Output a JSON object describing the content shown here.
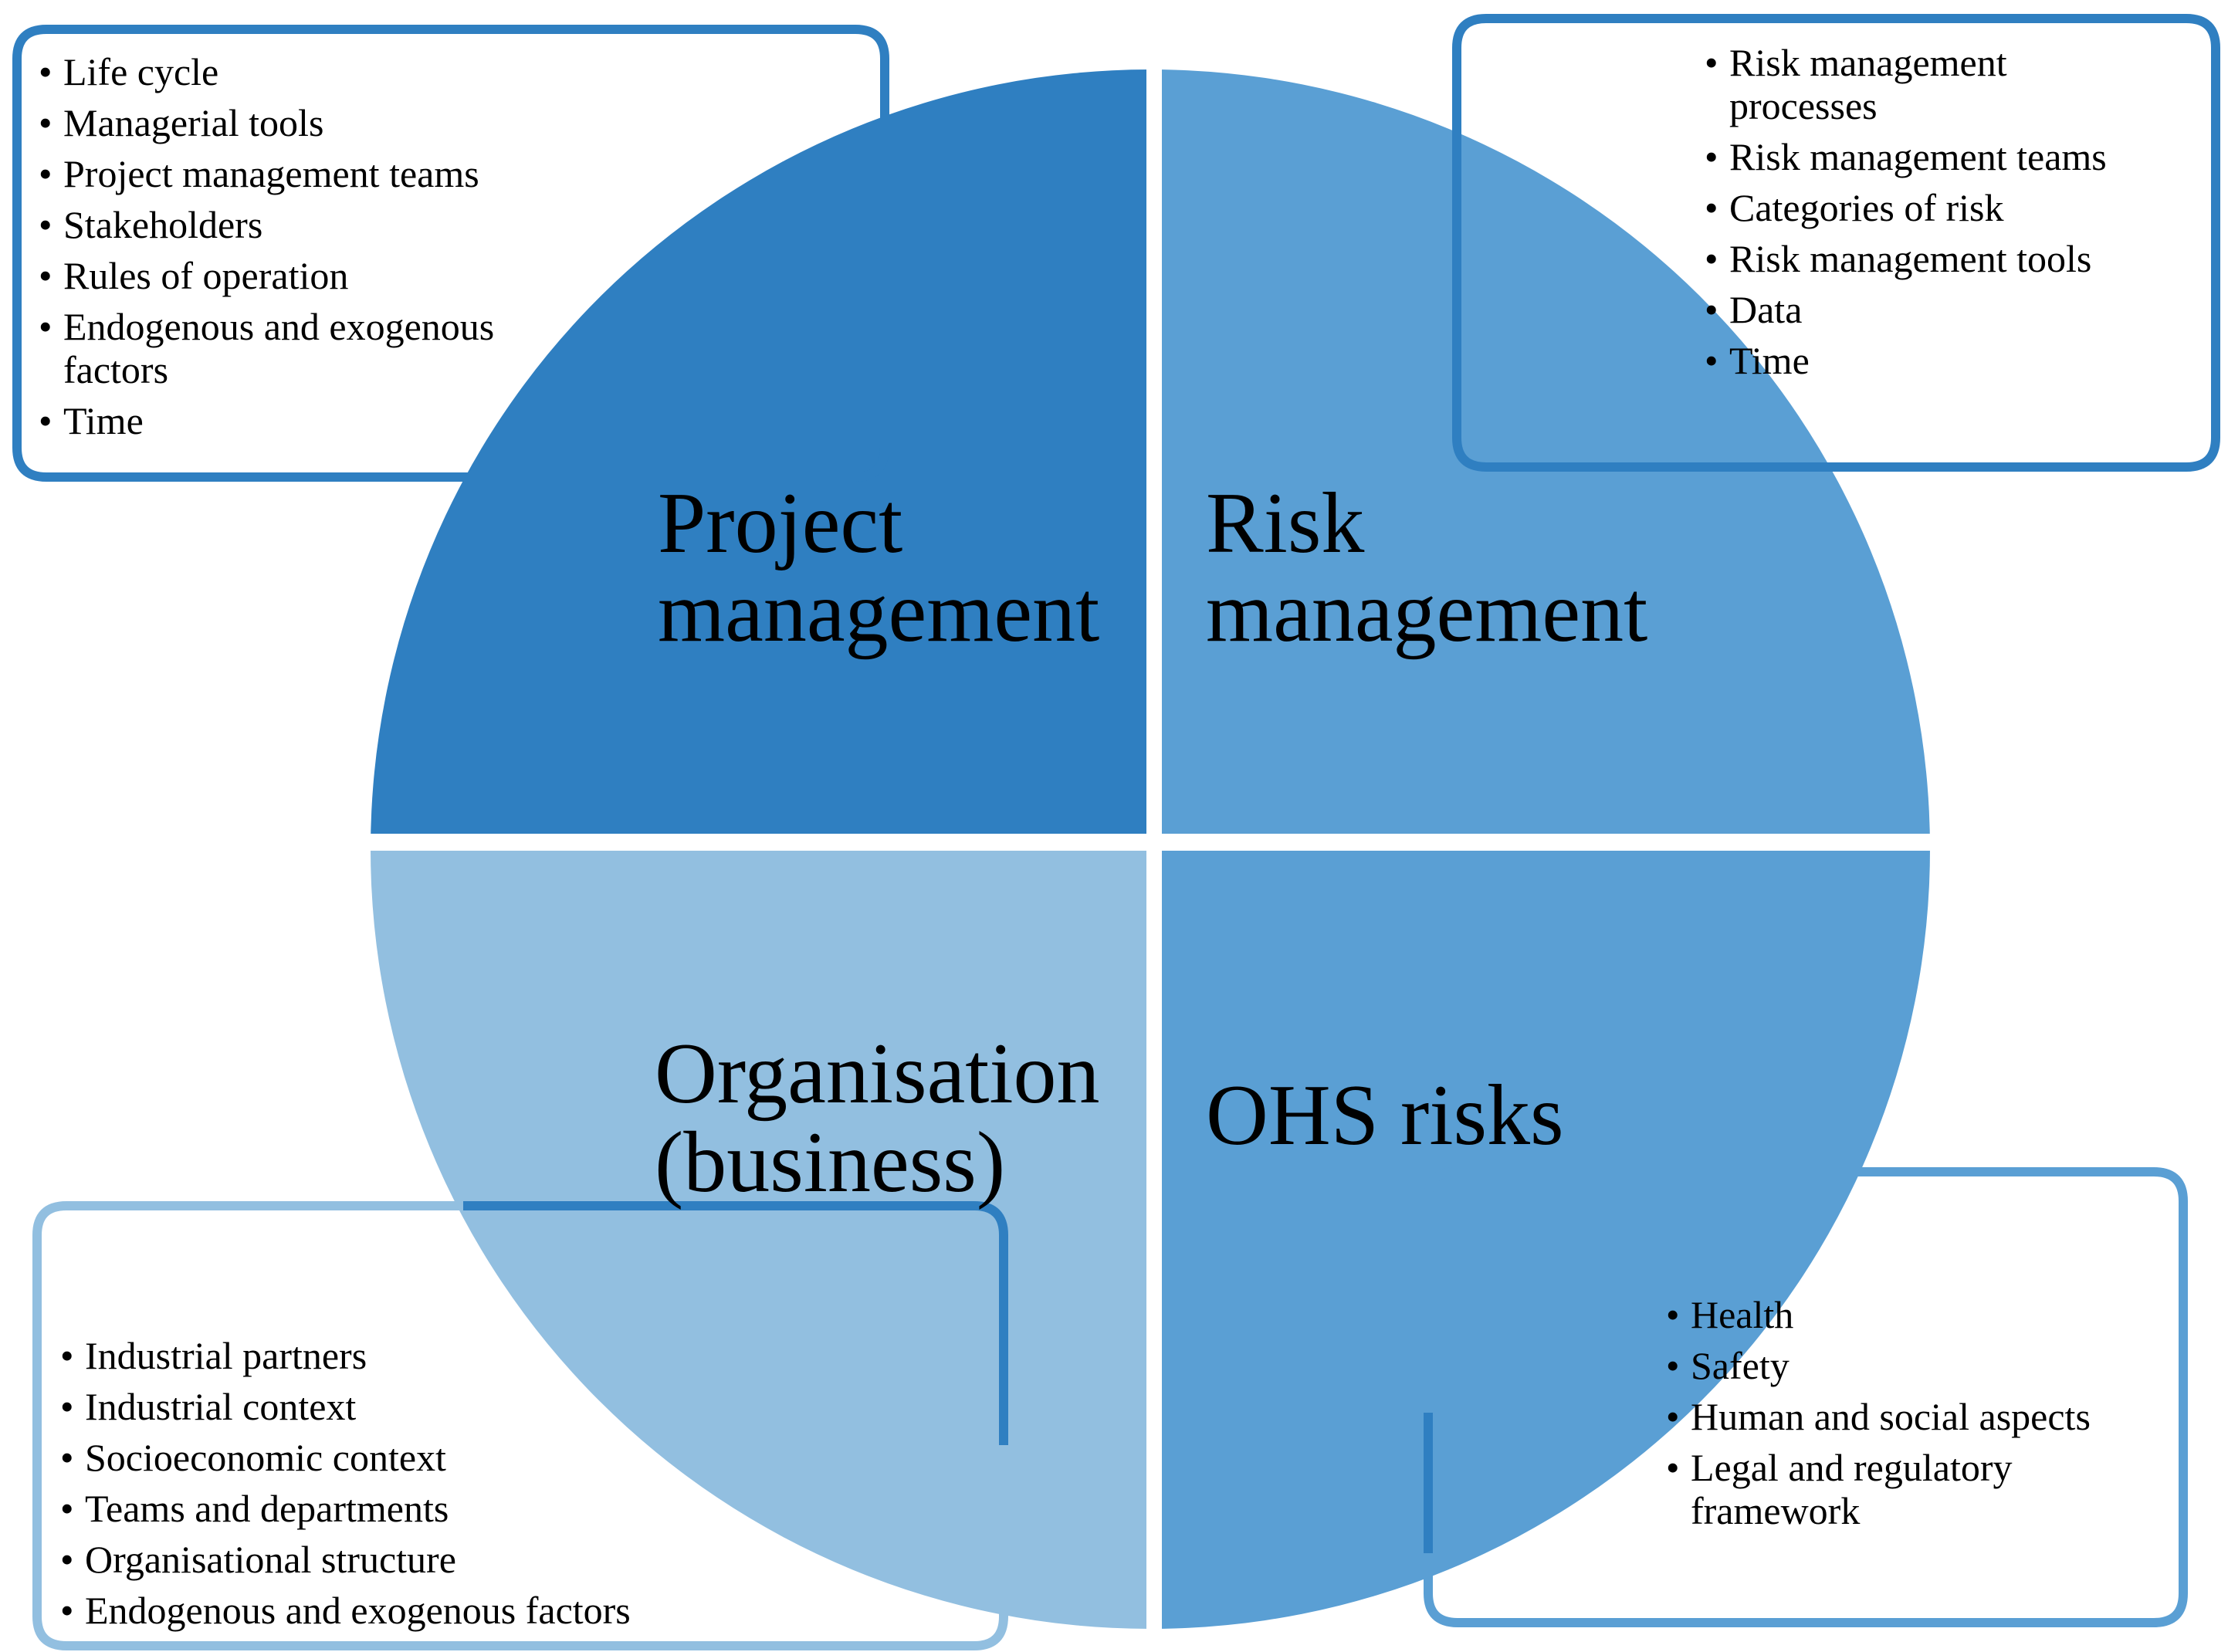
{
  "colors": {
    "project_management": "#2f7fc1",
    "risk_management": "#5a9fd4",
    "organisation": "#92bfe0",
    "ohs_risks": "#5a9fd4",
    "box_border_dark": "#2f7fc1",
    "box_border_light": "#92bfe0"
  },
  "quadrants": {
    "project_management": {
      "line1": "Project",
      "line2": "management"
    },
    "risk_management": {
      "line1": "Risk",
      "line2": "management"
    },
    "organisation": {
      "line1": "Organisation",
      "line2": "(business)"
    },
    "ohs_risks": {
      "line1": "OHS risks"
    }
  },
  "lists": {
    "project_management": {
      "items": [
        [
          "Life cycle"
        ],
        [
          "Managerial tools"
        ],
        [
          "Project management teams"
        ],
        [
          "Stakeholders"
        ],
        [
          "Rules of operation"
        ],
        [
          "Endogenous and exogenous",
          "factors"
        ],
        [
          "Time"
        ]
      ]
    },
    "risk_management": {
      "items": [
        [
          "Risk management",
          "processes"
        ],
        [
          "Risk management teams"
        ],
        [
          "Categories of risk"
        ],
        [
          "Risk management tools"
        ],
        [
          "Data"
        ],
        [
          "Time"
        ]
      ]
    },
    "organisation": {
      "items": [
        [
          "Industrial partners"
        ],
        [
          "Industrial context"
        ],
        [
          "Socioeconomic context"
        ],
        [
          "Teams and departments"
        ],
        [
          "Organisational structure"
        ],
        [
          "Endogenous and exogenous factors"
        ]
      ]
    },
    "ohs_risks": {
      "items": [
        [
          "Health"
        ],
        [
          "Safety"
        ],
        [
          "Human and social aspects"
        ],
        [
          "Legal and regulatory",
          "framework"
        ]
      ]
    }
  }
}
